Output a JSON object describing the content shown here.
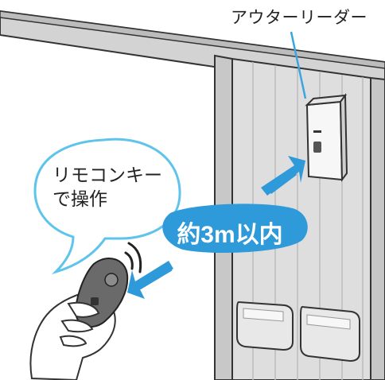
{
  "labels": {
    "outer_reader": "アウターリーダー",
    "remote_line1": "リモコンキー",
    "remote_line2": "で操作",
    "range": "約3m以内"
  },
  "colors": {
    "accent_blue": "#2f9ad9",
    "bubble_border": "#5fc4ec",
    "door_panel": "#d9d9d9",
    "frame": "#bdbdbd",
    "outline": "#333333"
  }
}
